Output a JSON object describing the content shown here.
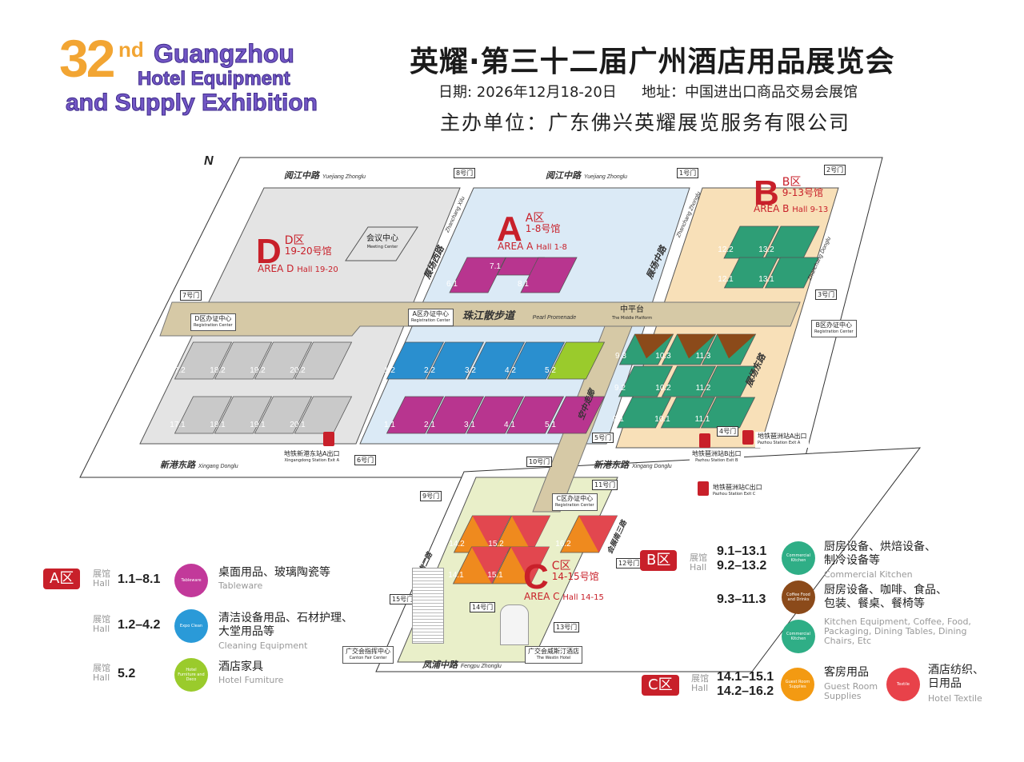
{
  "logo": {
    "num": "32",
    "suffix": "nd",
    "line1": "Guangzhou",
    "line2": "Hotel Equipment",
    "line3": "and Supply Exhibition"
  },
  "header": {
    "title": "英耀·第三十二届广州酒店用品展览会",
    "date": "日期: 2026年12月18-20日",
    "venue": "地址：中国进出口商品交易会展馆",
    "organizer": "主办单位：广东佛兴英耀展览服务有限公司"
  },
  "map": {
    "north": "N",
    "roads": {
      "top_cn": "阅江中路",
      "top_en": "Yuejiang Zhonglu",
      "bottom_cn": "新港东路",
      "bottom_en": "Xingang Donglu",
      "c_cn": "凤浦中路",
      "c_en": "Fengpu Zhonglu",
      "west_cn": "展场西路",
      "west_en": "Zhanchang Xilu",
      "mid_cn": "展场中路",
      "mid_en": "Zhanchang Zhonglu",
      "east_cn": "展场东路",
      "east_en": "Zhanchang Donglu",
      "hz2": "会展南二路",
      "hz3": "会展南三路"
    },
    "promenade_cn": "珠江散步道",
    "promenade_en": "Pearl Promenade",
    "platform_cn": "中平台",
    "platform_en": "The Middle Platform",
    "skyway": "空中走廊",
    "meeting_cn": "会议中心",
    "meeting_en": "Meeting Center",
    "areas": {
      "d": {
        "letter": "D",
        "cn": "D区",
        "halls": "19-20号馆",
        "en": "AREA D",
        "en_halls": "Hall 19-20"
      },
      "a": {
        "letter": "A",
        "cn": "A区",
        "halls": "1-8号馆",
        "en": "AREA A",
        "en_halls": "Hall 1-8"
      },
      "b": {
        "letter": "B",
        "cn": "B区",
        "halls": "9-13号馆",
        "en": "AREA B",
        "en_halls": "Hall 9-13"
      },
      "c": {
        "letter": "C",
        "cn": "C区",
        "halls": "14-15号馆",
        "en": "AREA C",
        "en_halls": "Hall 14-15"
      }
    },
    "reg": {
      "d": "D区办证中心",
      "a": "A区办证中心",
      "b": "B区办证中心",
      "c": "C区办证中心",
      "en": "Registration Center"
    },
    "gates": [
      "1号门",
      "2号门",
      "3号门",
      "4号门",
      "5号门",
      "6号门",
      "7号门",
      "8号门",
      "9号门",
      "10号门",
      "11号门",
      "12号门",
      "13号门",
      "14号门",
      "15号门"
    ],
    "metro": {
      "a_cn": "地铁新港东站A出口",
      "a_en": "Xingangdong Station Exit A",
      "pa_cn": "地铁琶洲站A出口",
      "pa_en": "Pazhou Station Exit A",
      "pb_cn": "地铁琶洲站B出口",
      "pb_en": "Pazhou Station Exit B",
      "pc_cn": "地铁琶洲站C出口",
      "pc_en": "Pazhou Station Exit C"
    },
    "buildings": {
      "cfc_cn": "广交会指挥中心",
      "cfc_en": "Canton Fair Center",
      "westin_cn": "广交会威斯汀酒店",
      "westin_en": "The Westin Hotel"
    },
    "halls": [
      {
        "label": "17.2",
        "color": "#c9c9c9"
      },
      {
        "label": "18.2",
        "color": "#c9c9c9"
      },
      {
        "label": "19.2",
        "color": "#c9c9c9"
      },
      {
        "label": "20.2",
        "color": "#c9c9c9"
      },
      {
        "label": "17.1",
        "color": "#c9c9c9"
      },
      {
        "label": "18.1",
        "color": "#c9c9c9"
      },
      {
        "label": "19.1",
        "color": "#c9c9c9"
      },
      {
        "label": "20.1",
        "color": "#c9c9c9"
      },
      {
        "label": "1.2",
        "color": "#2a8fcf"
      },
      {
        "label": "2.2",
        "color": "#2a8fcf"
      },
      {
        "label": "3.2",
        "color": "#2a8fcf"
      },
      {
        "label": "4.2",
        "color": "#2a8fcf"
      },
      {
        "label": "5.2",
        "color": "#9acb2c"
      },
      {
        "label": "1.1",
        "color": "#b8358f"
      },
      {
        "label": "2.1",
        "color": "#b8358f"
      },
      {
        "label": "3.1",
        "color": "#b8358f"
      },
      {
        "label": "4.1",
        "color": "#b8358f"
      },
      {
        "label": "5.1",
        "color": "#b8358f"
      },
      {
        "label": "6.1",
        "color": "#b8358f"
      },
      {
        "label": "7.1",
        "color": "#b8358f"
      },
      {
        "label": "8.1",
        "color": "#b8358f"
      },
      {
        "label": "12.2",
        "color": "#2e9e76"
      },
      {
        "label": "13.2",
        "color": "#2e9e76"
      },
      {
        "label": "12.1",
        "color": "#2e9e76"
      },
      {
        "label": "13.1",
        "color": "#2e9e76"
      },
      {
        "label": "9.3",
        "color": "#2e9e76"
      },
      {
        "label": "10.3",
        "color": "#2e9e76"
      },
      {
        "label": "11.3",
        "color": "#2e9e76"
      },
      {
        "label": "9.2",
        "color": "#2e9e76"
      },
      {
        "label": "10.2",
        "color": "#2e9e76"
      },
      {
        "label": "11.2",
        "color": "#2e9e76"
      },
      {
        "label": "9.1",
        "color": "#2e9e76"
      },
      {
        "label": "10.1",
        "color": "#2e9e76"
      },
      {
        "label": "11.1",
        "color": "#2e9e76"
      },
      {
        "label": "14.2",
        "color": "#ef8a1e"
      },
      {
        "label": "15.2",
        "color": "#ef8a1e"
      },
      {
        "label": "16.2",
        "color": "#ef8a1e"
      },
      {
        "label": "14.1",
        "color": "#ef8a1e"
      },
      {
        "label": "15.1",
        "color": "#ef8a1e"
      }
    ]
  },
  "legend": {
    "hall_cn": "展馆",
    "hall_en": "Hall",
    "a": {
      "zone": "A区",
      "rows": [
        {
          "range": "1.1–8.1",
          "icon": "Tableware",
          "color": "#c2399a",
          "cn": "桌面用品、玻璃陶瓷等",
          "en": "Tableware"
        },
        {
          "range": "1.2–4.2",
          "icon": "Expo Clean",
          "color": "#2a9ad8",
          "cn": "清洁设备用品、石材护理、大堂用品等",
          "en": "Cleaning Equipment"
        },
        {
          "range": "5.2",
          "icon": "Hotel Furniture and Deco",
          "color": "#9acb2c",
          "cn": "酒店家具",
          "en": "Hotel Fumiture"
        }
      ]
    },
    "b": {
      "zone": "B区",
      "range1": "9.1–13.1",
      "range2": "9.2–13.2",
      "range3": "9.3–11.3",
      "icon1": "Commercial Kitchen",
      "icon2": "Coffee Food and Drinks",
      "icon3": "Commercial Kitchen",
      "c1": "#2fae86",
      "c2": "#8b4a1a",
      "cn1": "厨房设备、烘焙设备、制冷设备等",
      "en1": "Commercial Kitchen",
      "cn2": "厨房设备、咖啡、食品、包装、餐桌、餐椅等",
      "en2": "Kitchen Equipment, Coffee, Food, Packaging, Dining Tables, Dining Chairs, Etc"
    },
    "c": {
      "zone": "C区",
      "range1": "14.1–15.1",
      "range2": "14.2–16.2",
      "icon1": "Guest Room Supplies",
      "icon2": "Textile",
      "c1": "#f39a12",
      "c2": "#e8424a",
      "cn1": "客房用品",
      "en1": "Guest Room Supplies",
      "cn2": "酒店纺织、日用品",
      "en2": "Hotel Textile"
    }
  }
}
